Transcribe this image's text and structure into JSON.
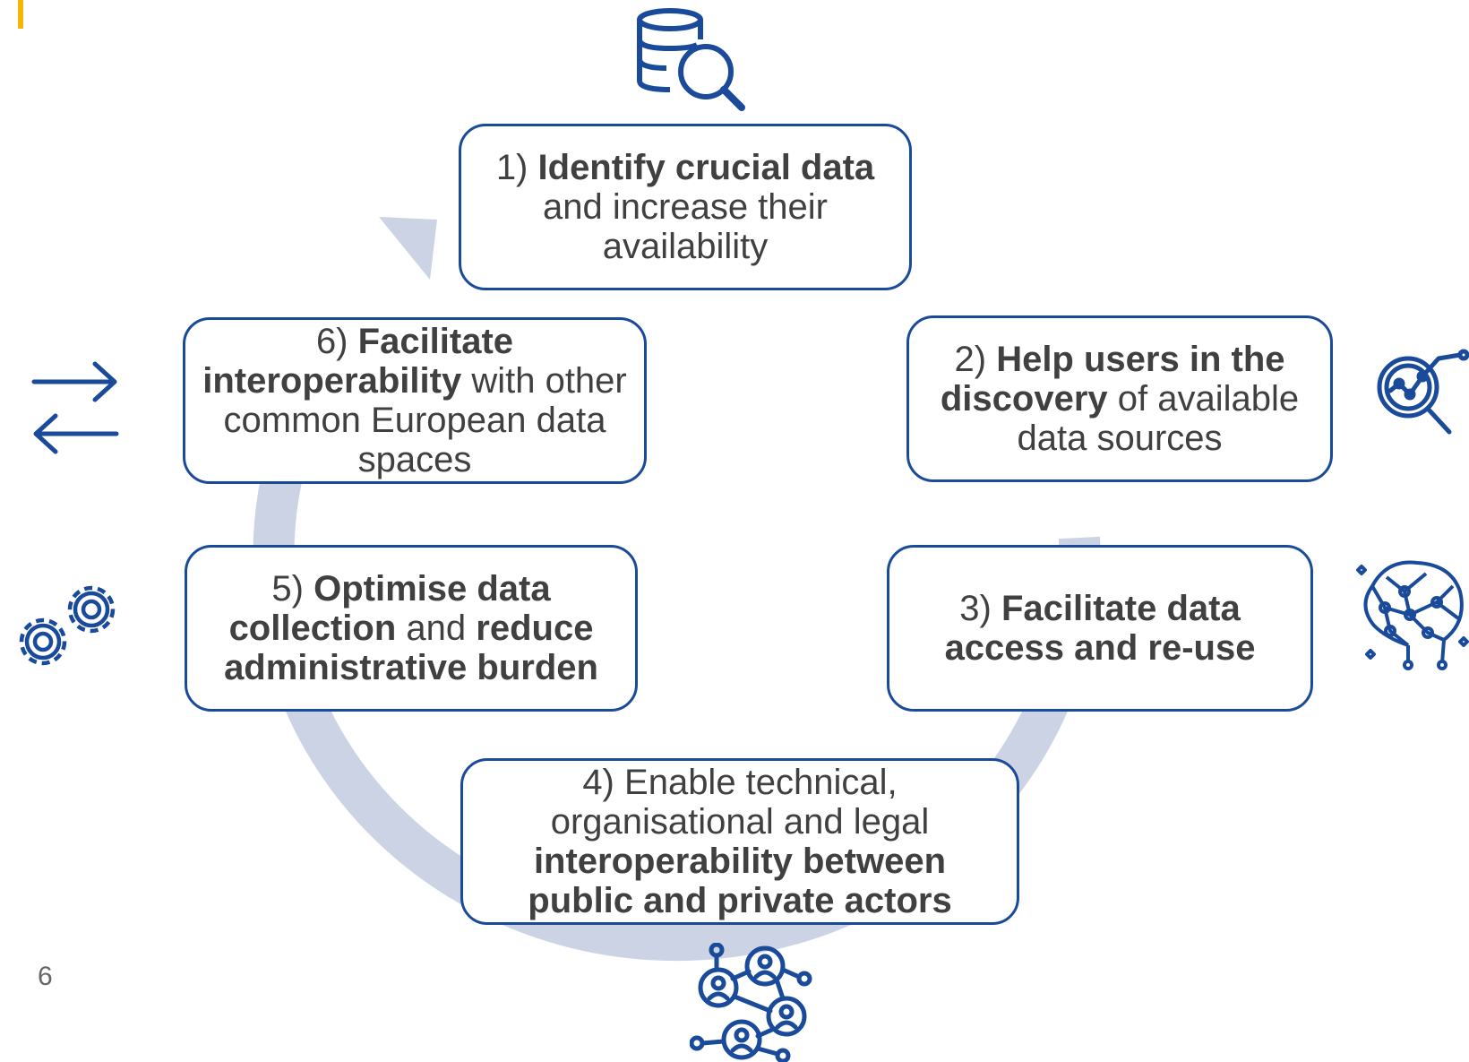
{
  "colors": {
    "accent": "#f2b705",
    "ring": "#ccd3e5",
    "box_border": "#1a4a9a",
    "icon": "#1a4a9a",
    "text": "#404040"
  },
  "steps": [
    {
      "number": "1)",
      "bold_1": "Identify crucial data",
      "text_1": "and increase their availability"
    },
    {
      "number": "2)",
      "bold_1": "Help users in the discovery",
      "text_1": "of available data sources"
    },
    {
      "number": "3)",
      "bold_1": "Facilitate data access and re-use"
    },
    {
      "number": "4)",
      "text_1": "Enable technical, organisational and legal",
      "bold_1": "interoperability between public and private actors"
    },
    {
      "number": "5)",
      "bold_1": "Optimise data collection",
      "text_1": "and",
      "bold_2": "reduce administrative burden"
    },
    {
      "number": "6)",
      "bold_1": "Facilitate interoperability",
      "text_1": "with other common European data spaces"
    }
  ],
  "icons": [
    "database-search-icon",
    "analytics-magnifier-icon",
    "ai-brain-network-icon",
    "people-network-icon",
    "gears-icon",
    "exchange-arrows-icon"
  ],
  "page_number": "6"
}
